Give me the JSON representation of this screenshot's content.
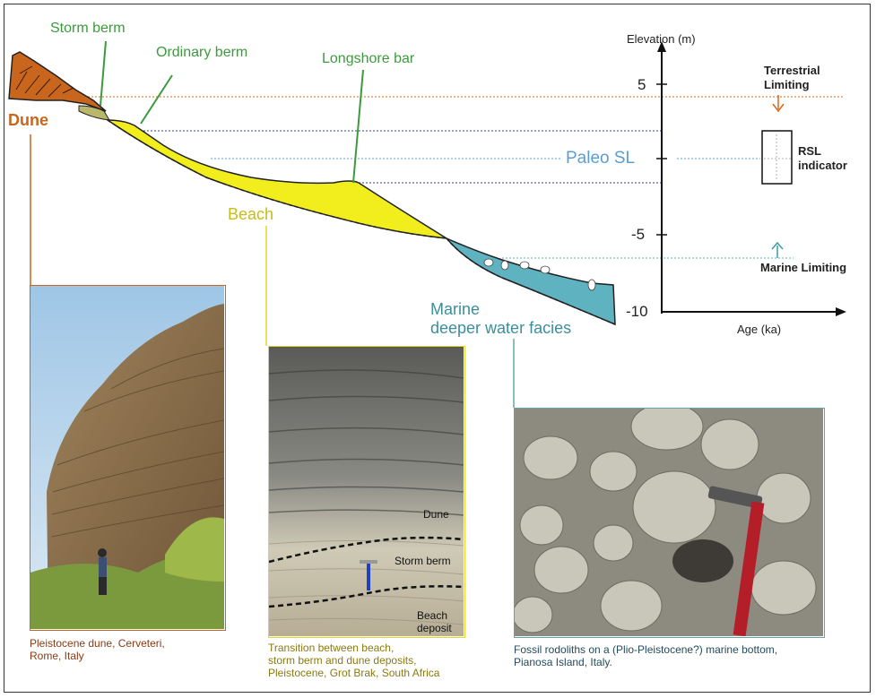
{
  "labels": {
    "storm_berm": "Storm berm",
    "ordinary_berm": "Ordinary berm",
    "longshore_bar": "Longshore bar",
    "dune": "Dune",
    "beach": "Beach",
    "marine_line1": "Marine",
    "marine_line2": "deeper water facies",
    "paleo_sl": "Paleo SL"
  },
  "chart": {
    "y_axis_title": "Elevation (m)",
    "x_axis_title": "Age (ka)",
    "y_ticks": [
      "5",
      "-5",
      "-10"
    ],
    "terrestrial_line1": "Terrestrial",
    "terrestrial_line2": "Limiting",
    "rsl_line1": "RSL",
    "rsl_line2": "indicator",
    "marine_limiting": "Marine Limiting"
  },
  "photos": {
    "dune_caption": "Pleistocene dune, Cerveteri,\nRome, Italy",
    "beach_caption": "Transition between beach,\nstorm berm and dune deposits,\nPleistocene, Grot Brak, South Africa",
    "beach_photo_labels": {
      "dune": "Dune",
      "storm_berm": "Storm berm",
      "beach_deposit_line1": "Beach",
      "beach_deposit_line2": "deposit"
    },
    "marine_caption": "Fossil rodoliths on a (Plio-Pleistocene?) marine bottom,\nPianosa Island, Italy."
  },
  "colors": {
    "dune": "#c8661e",
    "beach": "#f2ee1e",
    "marine": "#5fb3c1",
    "green_label": "#3d9a3d",
    "paleo_sl": "#5a9fd4",
    "dune_caption": "#8b3a12",
    "beach_caption": "#8a7a10",
    "marine_caption": "#244a5c",
    "terrestrial_arrow": "#d2691e",
    "marine_arrow": "#3a9aa8"
  }
}
